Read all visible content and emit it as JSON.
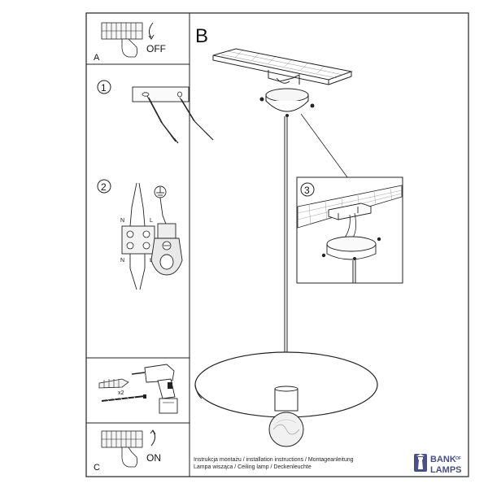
{
  "panels": {
    "a": {
      "letter": "A",
      "power_label": "OFF"
    },
    "b": {
      "letter": "B"
    },
    "c": {
      "letter": "C",
      "power_label": "ON"
    }
  },
  "steps": {
    "one": "1",
    "two": "2",
    "three": "3"
  },
  "terminal_labels": {
    "n_top": "N",
    "l_top": "L",
    "n_bottom": "N",
    "l_bottom": "L"
  },
  "fixings": {
    "screw_count": "x2"
  },
  "footer": {
    "line1": "Instrukcja montażu / installation instructions / Montageanleitung",
    "line2": "Lampa wisząca / Ceiling lamp  / Deckenleuchte"
  },
  "brand": {
    "line1": "BANK",
    "of": "OF",
    "line2": "LAMPS",
    "color": "#4a4f87"
  },
  "icons": [
    "hand-switch-icon",
    "curved-arrow-icon",
    "ground-symbol-icon",
    "drill-icon",
    "lighthouse-icon"
  ]
}
